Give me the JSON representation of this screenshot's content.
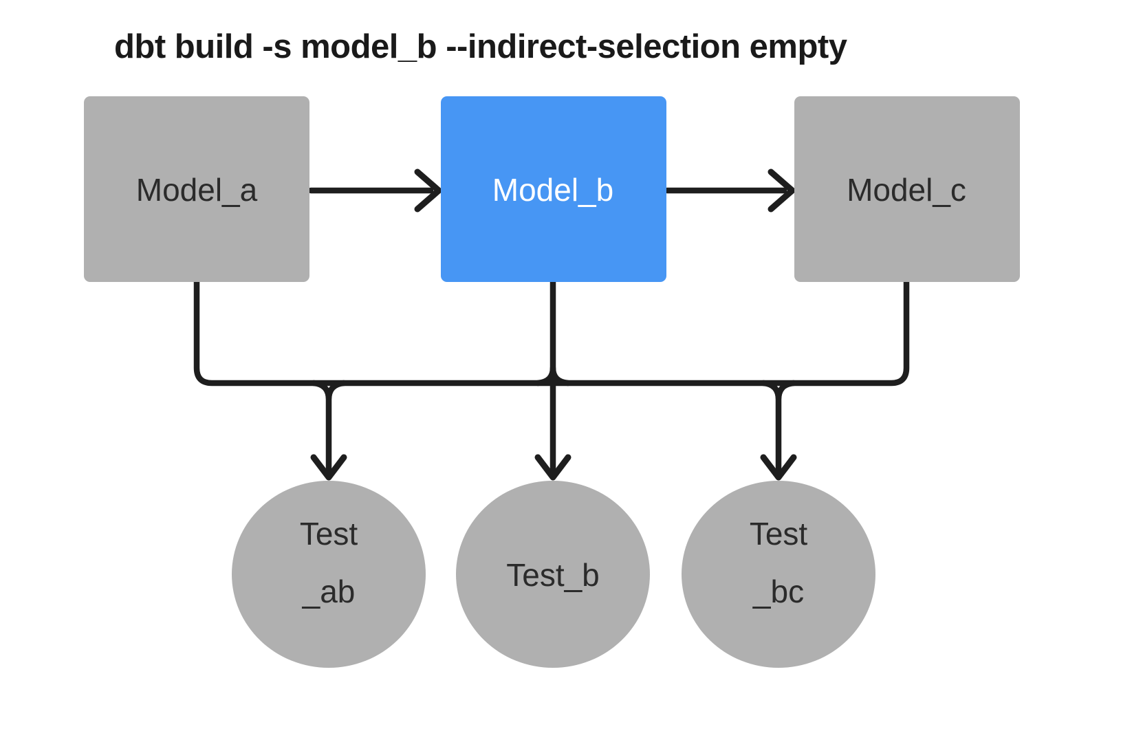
{
  "title": "dbt build -s model_b --indirect-selection empty",
  "colors": {
    "background": "#FFFFFF",
    "model_default_fill": "#B0B0B0",
    "model_selected_fill": "#4796F4",
    "test_fill": "#B0B0B0",
    "edge": "#1E1E1E",
    "label_dark": "#2B2B2B",
    "label_light": "#FFFFFF",
    "title_color": "#1A1A1A"
  },
  "nodes": {
    "model_a": {
      "label": "Model_a",
      "kind": "model",
      "selected": false
    },
    "model_b": {
      "label": "Model_b",
      "kind": "model",
      "selected": true
    },
    "model_c": {
      "label": "Model_c",
      "kind": "model",
      "selected": false
    },
    "test_ab": {
      "label_line1": "Test",
      "label_line2": "_ab",
      "kind": "test"
    },
    "test_b": {
      "label": "Test_b",
      "kind": "test"
    },
    "test_bc": {
      "label_line1": "Test",
      "label_line2": "_bc",
      "kind": "test"
    }
  },
  "edges": [
    {
      "from": "model_a",
      "to": "model_b"
    },
    {
      "from": "model_b",
      "to": "model_c"
    },
    {
      "from": "model_a",
      "to": "test_ab"
    },
    {
      "from": "model_b",
      "to": "test_ab"
    },
    {
      "from": "model_b",
      "to": "test_b"
    },
    {
      "from": "model_b",
      "to": "test_bc"
    },
    {
      "from": "model_c",
      "to": "test_bc"
    }
  ]
}
